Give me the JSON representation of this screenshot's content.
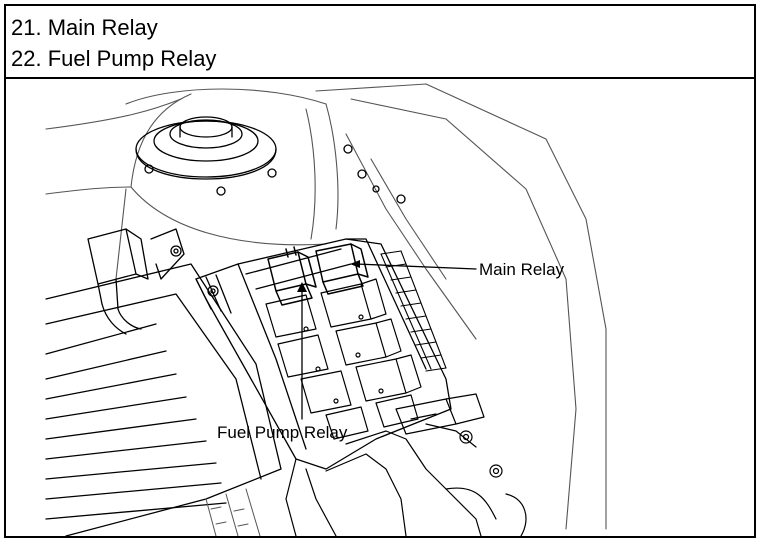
{
  "legend": {
    "items": [
      {
        "number": "21.",
        "name": "Main Relay",
        "text": "21. Main Relay"
      },
      {
        "number": "22.",
        "name": "Fuel Pump Relay",
        "text": "22. Fuel Pump Relay"
      }
    ]
  },
  "callouts": {
    "main_relay": "Main Relay",
    "fuel_pump_relay": "Fuel Pump Relay"
  },
  "colors": {
    "line": "#000000",
    "gray": "#555555",
    "background": "#ffffff"
  }
}
